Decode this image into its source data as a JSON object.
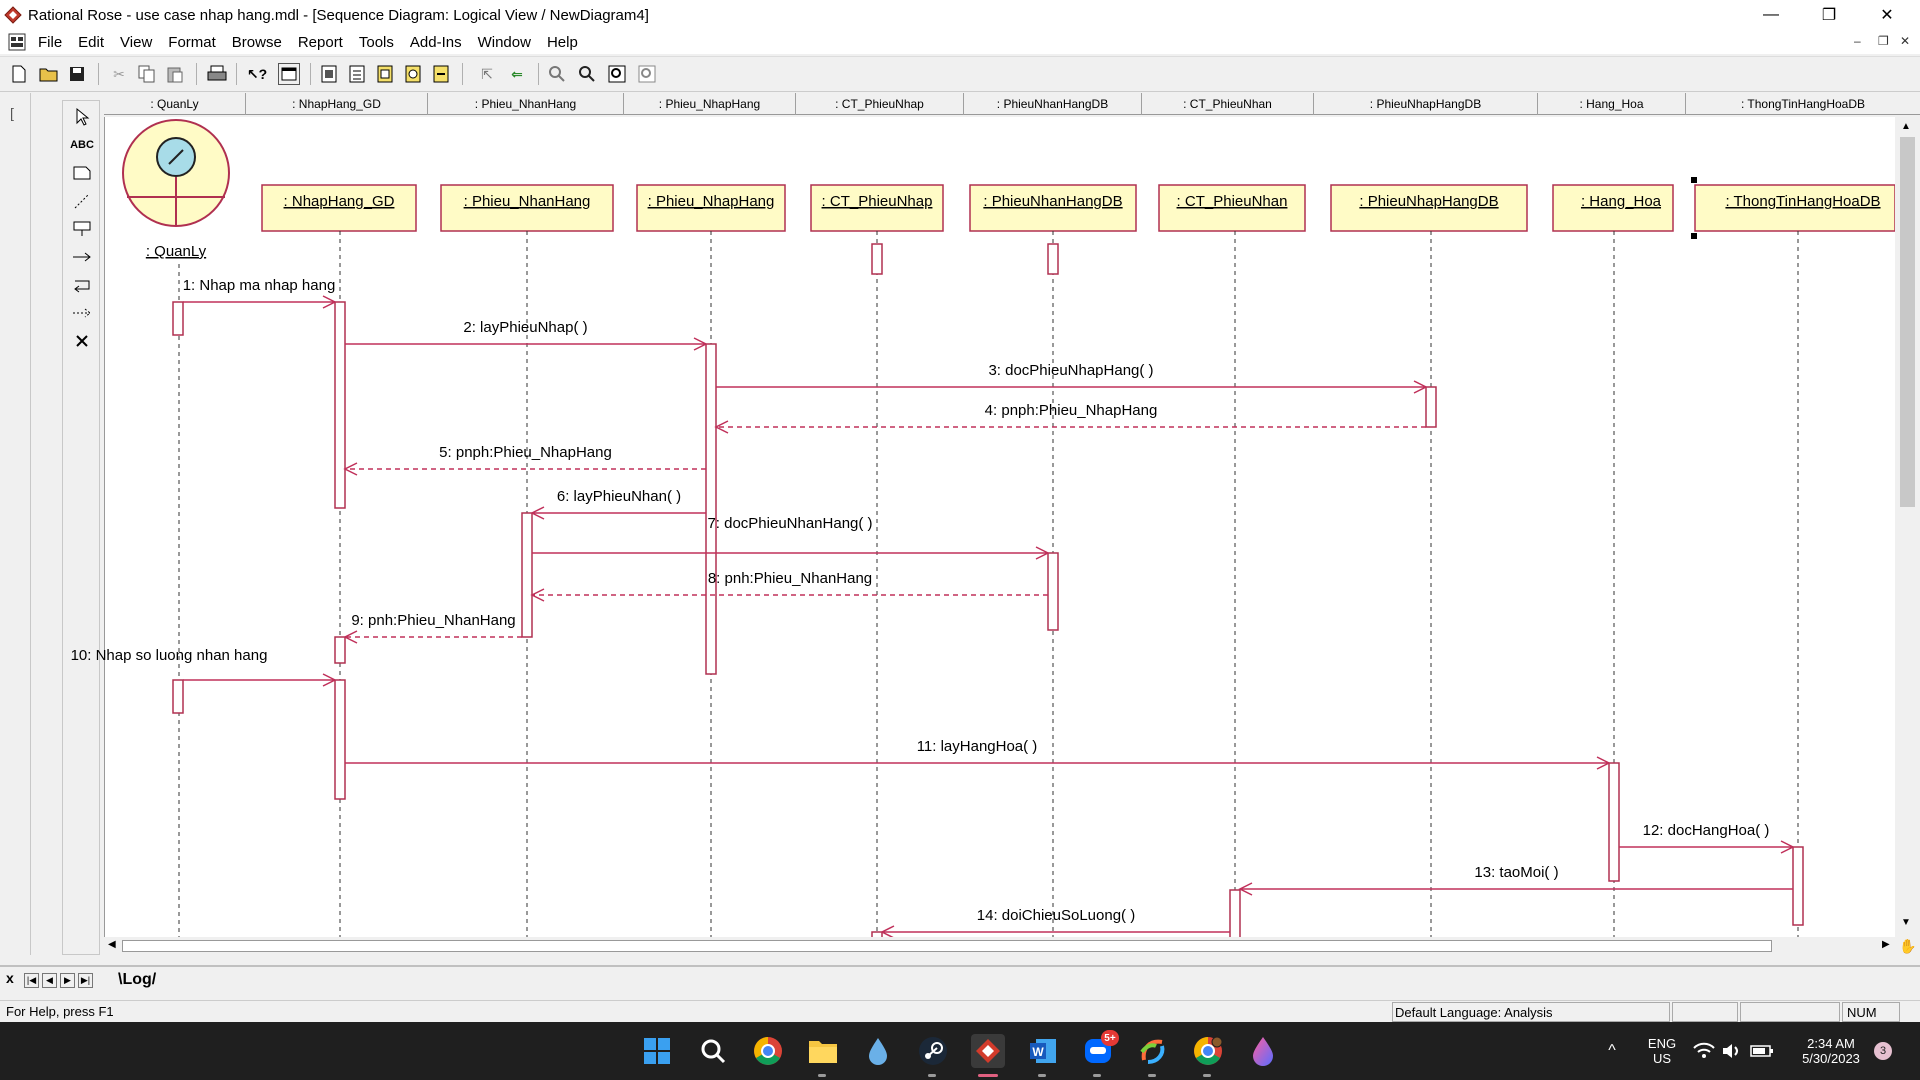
{
  "window": {
    "title": "Rational Rose - use case nhap hang.mdl - [Sequence Diagram: Logical View / NewDiagram4]",
    "minimize": "—",
    "restore": "❐",
    "close": "✕",
    "doc_min": "–",
    "doc_restore": "❐",
    "doc_close": "✕"
  },
  "menu": [
    "File",
    "Edit",
    "View",
    "Format",
    "Browse",
    "Report",
    "Tools",
    "Add-Ins",
    "Window",
    "Help"
  ],
  "toolbar_icons": [
    "new-icon",
    "open-icon",
    "save-icon",
    "cut-icon",
    "copy-icon",
    "paste-icon",
    "print-icon",
    "context-help-icon",
    "view-doc-icon",
    "browse-class-icon",
    "browse-interaction-icon",
    "browse-component-icon",
    "browse-deployment-icon",
    "browse-previous-icon",
    "browse-parent-icon",
    "go-back-icon",
    "zoom-in-icon",
    "zoom-out-icon",
    "fit-window-icon",
    "undo-fit-icon"
  ],
  "palette": [
    "selection-tool-icon",
    "text-tool-icon",
    "note-tool-icon",
    "anchor-tool-icon",
    "object-tool-icon",
    "message-tool-icon",
    "self-message-tool-icon",
    "return-message-tool-icon",
    "destruction-marker-icon"
  ],
  "palette_text": "ABC",
  "gutter_mark": "[",
  "lifeline_headers": [
    ": QuanLy",
    ": NhapHang_GD",
    ": Phieu_NhanHang",
    ": Phieu_NhapHang",
    ": CT_PhieuNhap",
    ": PhieuNhanHangDB",
    ": CT_PhieuNhan",
    ": PhieuNhapHangDB",
    ": Hang_Hoa",
    ": ThongTinHangHoaDB"
  ],
  "diagram": {
    "actor": ": QuanLy",
    "objects": [
      ": NhapHang_GD",
      ": Phieu_NhanHang",
      ": Phieu_NhapHang",
      ": CT_PhieuNhap",
      ": PhieuNhanHangDB",
      ": CT_PhieuNhan",
      ": PhieuNhapHangDB",
      ": Hang_Hoa",
      ": ThongTinHangHoaDB"
    ],
    "messages": [
      {
        "label": "1: Nhap ma nhap hang",
        "from": 0,
        "to": 1,
        "return": false
      },
      {
        "label": "2: layPhieuNhap( )",
        "from": 1,
        "to": 3,
        "return": false
      },
      {
        "label": "3: docPhieuNhapHang( )",
        "from": 3,
        "to": 7,
        "return": false
      },
      {
        "label": "4: pnph:Phieu_NhapHang",
        "from": 7,
        "to": 3,
        "return": true
      },
      {
        "label": "5: pnph:Phieu_NhapHang",
        "from": 3,
        "to": 1,
        "return": true
      },
      {
        "label": "6: layPhieuNhan( )",
        "from": 3,
        "to": 2,
        "return": false
      },
      {
        "label": "7: docPhieuNhanHang( )",
        "from": 2,
        "to": 5,
        "return": false
      },
      {
        "label": "8: pnh:Phieu_NhanHang",
        "from": 5,
        "to": 2,
        "return": true
      },
      {
        "label": "9: pnh:Phieu_NhanHang",
        "from": 2,
        "to": 1,
        "return": true
      },
      {
        "label": "10: Nhap so luong nhan hang",
        "from": 0,
        "to": 1,
        "return": false
      },
      {
        "label": "11: layHangHoa( )",
        "from": 1,
        "to": 8,
        "return": false
      },
      {
        "label": "12: docHangHoa( )",
        "from": 8,
        "to": 9,
        "return": false
      },
      {
        "label": "13: taoMoi( )",
        "from": 9,
        "to": 6,
        "return": false
      },
      {
        "label": "14: doiChieuSoLuong( )",
        "from": 6,
        "to": 4,
        "return": false
      }
    ],
    "line_color": "#c0305a",
    "object_fill": "#fffbc6"
  },
  "log": {
    "tab": "\\Log/",
    "close": "x",
    "nav": [
      "|◀",
      "◀",
      "▶",
      "▶|"
    ]
  },
  "status": {
    "help": "For Help, press F1",
    "language": "Default Language: Analysis",
    "num": "NUM"
  },
  "taskbar": {
    "icons": [
      "windows-start-icon",
      "search-icon",
      "chrome-icon",
      "file-explorer-icon",
      "ink-drop-icon",
      "steam-icon",
      "rational-rose-icon",
      "word-icon",
      "zalo-icon",
      "cursor-app-icon",
      "chrome-profile-icon",
      "colorful-drop-icon"
    ],
    "zalo_badge": "5+",
    "tray_chevron": "^",
    "lang_top": "ENG",
    "lang_bottom": "US",
    "time": "2:34 AM",
    "date": "5/30/2023",
    "notif_count": "3"
  }
}
